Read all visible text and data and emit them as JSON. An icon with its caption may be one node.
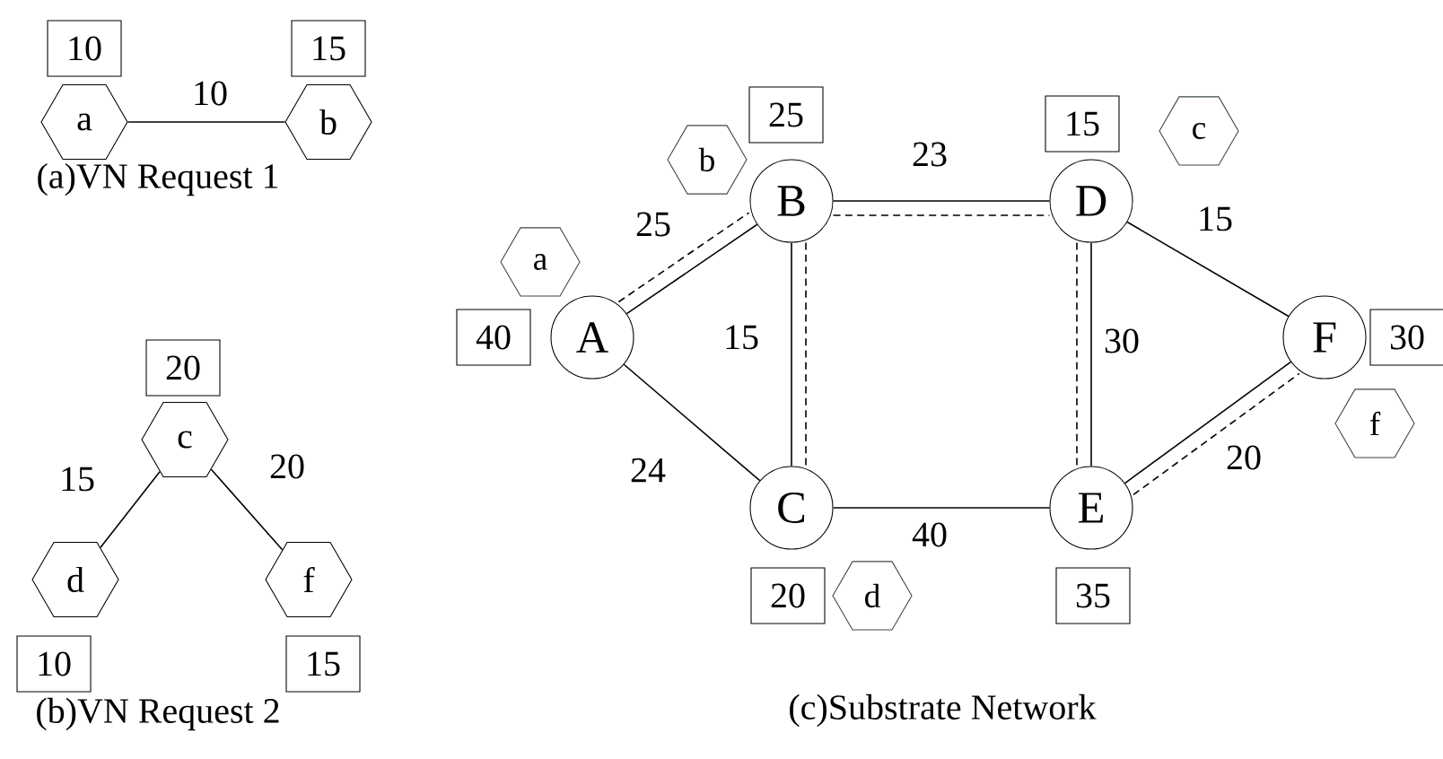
{
  "diagram": {
    "nodes": [
      {
        "text": [
          "a"
        ]
      },
      {
        "text": [
          "b"
        ]
      },
      {
        "text": [
          "10"
        ]
      },
      {
        "text": [
          "15"
        ]
      },
      {
        "text": [
          "c"
        ]
      },
      {
        "text": [
          "d"
        ]
      },
      {
        "text": [
          "f"
        ]
      },
      {
        "text": [
          "20"
        ]
      },
      {
        "text": [
          "10"
        ]
      },
      {
        "text": [
          "15"
        ]
      },
      {
        "text": [
          "A"
        ]
      },
      {
        "text": [
          "B"
        ]
      },
      {
        "text": [
          "C"
        ]
      },
      {
        "text": [
          "D"
        ]
      },
      {
        "text": [
          "E"
        ]
      },
      {
        "text": [
          "F"
        ]
      },
      {
        "text": [
          "a"
        ]
      },
      {
        "text": [
          "b"
        ]
      },
      {
        "text": [
          "c"
        ]
      },
      {
        "text": [
          "d"
        ]
      },
      {
        "text": [
          "f"
        ]
      },
      {
        "text": [
          "40"
        ]
      },
      {
        "text": [
          "25"
        ]
      },
      {
        "text": [
          "15"
        ]
      },
      {
        "text": [
          "30"
        ]
      },
      {
        "text": [
          "20"
        ]
      },
      {
        "text": [
          "35"
        ]
      }
    ],
    "edges": [
      {
        "from": 0,
        "to": 1,
        "arrow": "none",
        "label": "10"
      },
      {
        "from": 4,
        "to": 5,
        "arrow": "none",
        "label": "15"
      },
      {
        "from": 4,
        "to": 6,
        "arrow": "none",
        "label": "20"
      },
      {
        "from": 10,
        "to": 11,
        "arrow": "none",
        "label": "25"
      },
      {
        "from": 10,
        "to": 12,
        "arrow": "none",
        "label": "24"
      },
      {
        "from": 11,
        "to": 12,
        "arrow": "none",
        "label": "15"
      },
      {
        "from": 11,
        "to": 13,
        "arrow": "none",
        "label": "23"
      },
      {
        "from": 12,
        "to": 14,
        "arrow": "none",
        "label": "40"
      },
      {
        "from": 13,
        "to": 14,
        "arrow": "none",
        "label": "30"
      },
      {
        "from": 13,
        "to": 15,
        "arrow": "none",
        "label": "15"
      },
      {
        "from": 14,
        "to": 15,
        "arrow": "none",
        "label": "20"
      },
      {
        "from": 10,
        "to": 11,
        "arrow": "none",
        "style": "dashed"
      },
      {
        "from": 11,
        "to": 12,
        "arrow": "none",
        "style": "dashed"
      },
      {
        "from": 11,
        "to": 13,
        "arrow": "none",
        "style": "dashed"
      },
      {
        "from": 13,
        "to": 14,
        "arrow": "none",
        "style": "dashed"
      },
      {
        "from": 14,
        "to": 15,
        "arrow": "none",
        "style": "dashed"
      }
    ],
    "labels": [
      "(a)VN Request 1",
      "(b)VN Request 2",
      "(c)Substrate Network"
    ]
  }
}
